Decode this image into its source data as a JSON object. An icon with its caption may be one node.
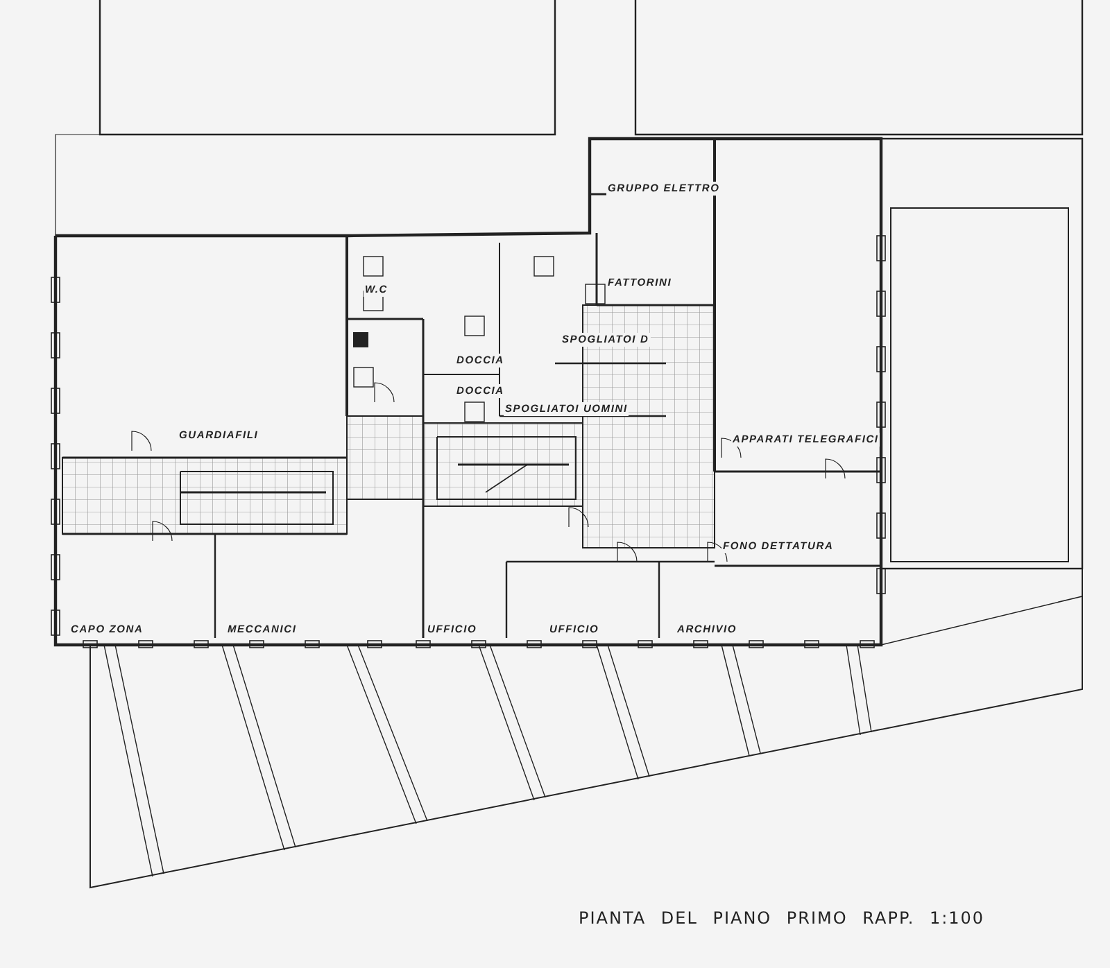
{
  "diagram": {
    "caption": "PIANTA DEL PIANO PRIMO RAPP. 1:100",
    "labels": [
      "GRUPPO ELETTRO",
      "W.C",
      "FATTORINI",
      "SPOGLIATOI D",
      "DOCCIA",
      "DOCCIA",
      "SPOGLIATOI UOMINI",
      "GUARDIAFILI",
      "APPARATI TELEGRAFICI",
      "FONO DETTATURA",
      "CAPO ZONA",
      "MECCANICI",
      "UFFICIO",
      "UFFICIO",
      "ARCHIVIO"
    ]
  }
}
